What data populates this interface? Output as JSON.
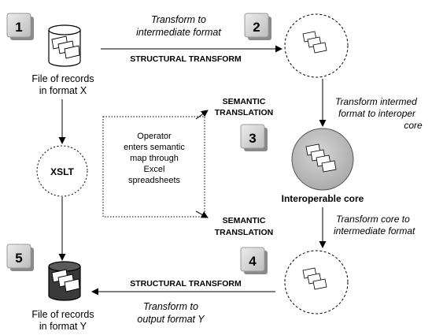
{
  "steps": {
    "s1": "1",
    "s2": "2",
    "s3": "3",
    "s4": "4",
    "s5": "5"
  },
  "nodes": {
    "source_label_line1": "File of records",
    "source_label_line2": "in format X",
    "target_label_line1": "File of records",
    "target_label_line2": "in format Y",
    "xslt": "XSLT",
    "core_label": "Interoperable core",
    "operator_line1": "Operator",
    "operator_line2": "enters semantic",
    "operator_line3": "map through",
    "operator_line4": "Excel",
    "operator_line5": "spreadsheets"
  },
  "edges": {
    "top_italic_line1": "Transform to",
    "top_italic_line2": "intermediate format",
    "top_bold": "STRUCTURAL TRANSFORM",
    "right_upper_line1": "Transform intermed",
    "right_upper_line2": "format to interoper",
    "right_upper_line3": "core",
    "right_lower_line1": "Transform core to",
    "right_lower_line2": "intermediate format",
    "semantic_upper_line1": "SEMANTIC",
    "semantic_upper_line2": "TRANSLATION",
    "semantic_lower_line1": "SEMANTIC",
    "semantic_lower_line2": "TRANSLATION",
    "bottom_bold": "STRUCTURAL TRANSFORM",
    "bottom_italic_line1": "Transform to",
    "bottom_italic_line2": "output format Y"
  }
}
